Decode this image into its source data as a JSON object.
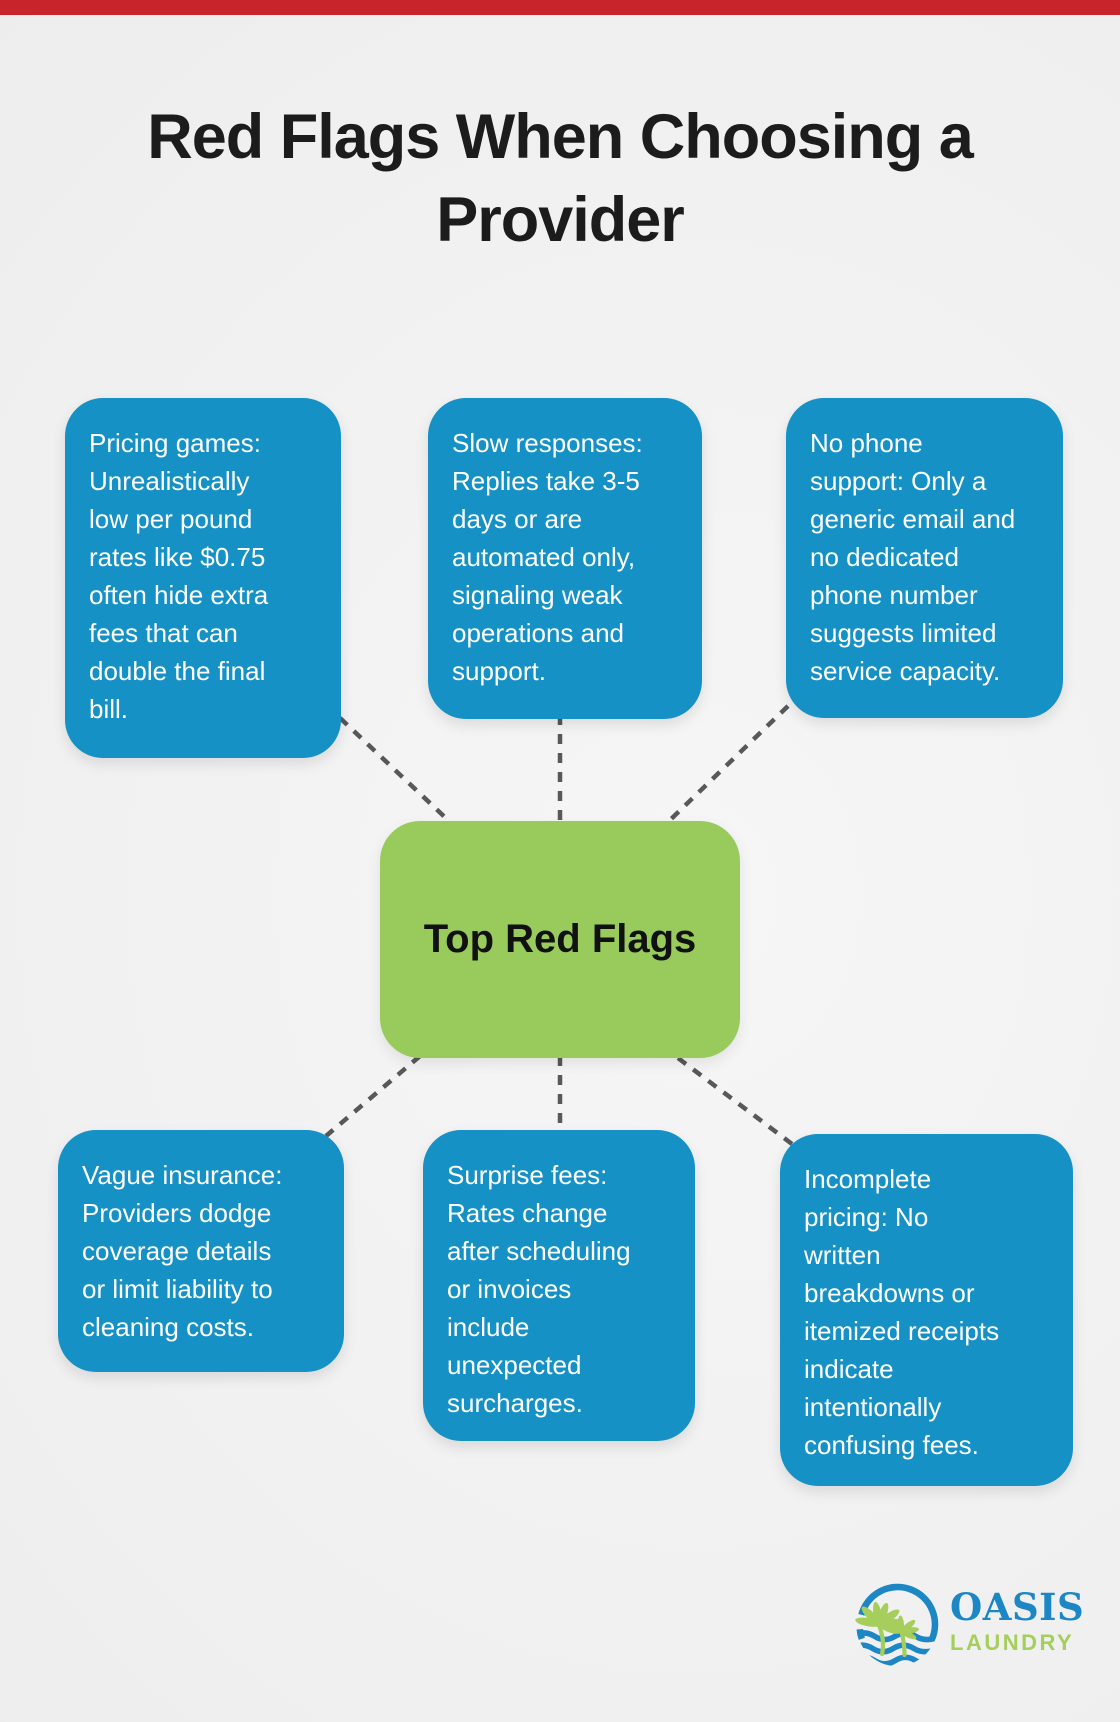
{
  "colors": {
    "accent-red": "#C8242B",
    "card-blue": "#1591C6",
    "node-green": "#99CA5C",
    "ink": "#1C1C1C",
    "card-text": "#FFFFFF",
    "connector": "#56585A",
    "logo-blue": "#1C87C4",
    "logo-green": "#A5CE5C"
  },
  "title": {
    "text": "Red Flags When Choosing a\nProvider"
  },
  "center_node": {
    "label": "Top Red Flags"
  },
  "cards": [
    {
      "id": "pricing-games",
      "text": "Pricing games:\nUnrealistically\nlow per pound\nrates like $0.75\noften hide extra\nfees that can\ndouble the final\nbill."
    },
    {
      "id": "slow-responses",
      "text": "Slow responses:\nReplies take 3-5\ndays or are\nautomated only,\nsignaling weak\noperations and\nsupport."
    },
    {
      "id": "no-phone-support",
      "text": "No phone\nsupport: Only a\ngeneric email and\nno dedicated\nphone number\nsuggests limited\nservice capacity."
    },
    {
      "id": "vague-insurance",
      "text": "Vague insurance:\nProviders dodge\ncoverage details\nor limit liability to\ncleaning costs."
    },
    {
      "id": "surprise-fees",
      "text": "Surprise fees:\nRates change\nafter scheduling\nor invoices\ninclude\nunexpected\nsurcharges."
    },
    {
      "id": "incomplete-pricing",
      "text": "Incomplete\npricing: No\nwritten\nbreakdowns or\nitemized receipts\nindicate\nintentionally\nconfusing fees."
    }
  ],
  "logo": {
    "name_top": "OASIS",
    "name_bottom": "LAUNDRY"
  }
}
